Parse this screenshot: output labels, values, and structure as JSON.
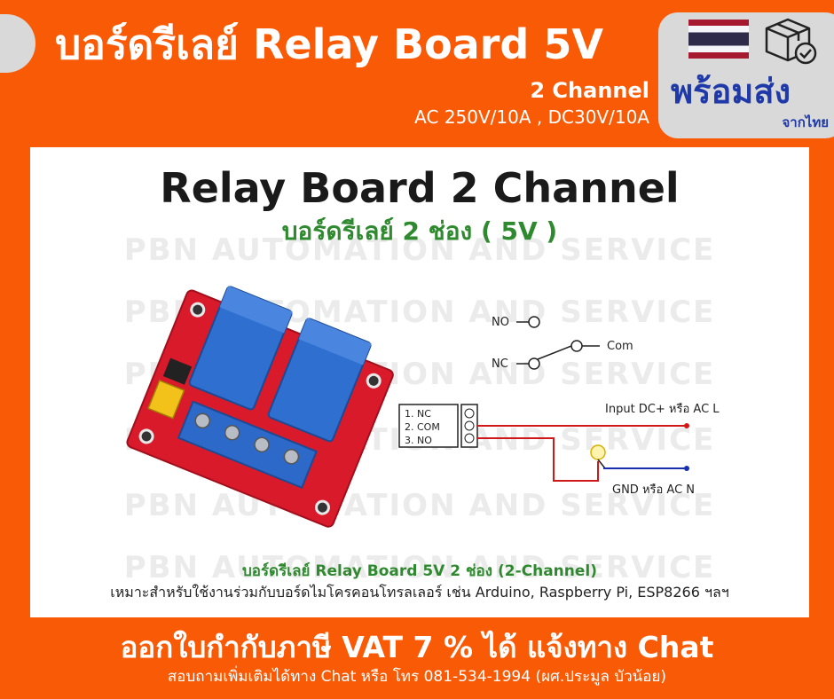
{
  "header": {
    "title": "บอร์ดรีเลย์ Relay Board 5V",
    "subtitle": "2 Channel",
    "spec": "AC 250V/10A , DC30V/10A"
  },
  "badge": {
    "ready_text": "พร้อมส่ง",
    "from_text": "จากไทย",
    "flag_colors": [
      "#a51931",
      "#f4f5f8",
      "#2d2a4a"
    ]
  },
  "panel": {
    "heading": "Relay Board 2 Channel",
    "subheading": "บอร์ดรีเลย์ 2 ช่อง ( 5V )",
    "watermark": "PBN AUTOMATION AND SERVICE",
    "diagram": {
      "no_label": "NO",
      "nc_label": "NC",
      "com_label": "Com",
      "terminal_1": "1. NC",
      "terminal_2": "2. COM",
      "terminal_3": "3. NO",
      "input_label": "Input DC+ หรือ AC L",
      "gnd_label": "GND หรือ AC N"
    },
    "caption_title": "บอร์ดรีเลย์ Relay Board 5V 2 ช่อง (2-Channel)",
    "caption_text": "เหมาะสำหรับใช้งานร่วมกับบอร์ดไมโครคอนโทรลเลอร์ เช่น Arduino, Raspberry Pi, ESP8266 ฯลฯ"
  },
  "footer": {
    "vat": "ออกใบกำกับภาษี VAT 7 % ได้ แจ้งทาง Chat",
    "contact": "สอบถามเพิ่มเติมได้ทาง Chat หรือ โทร 081-534-1994 (ผศ.ประมูล บัวน้อย)"
  },
  "colors": {
    "background": "#f95a06",
    "title_pill": "#d9d9d9",
    "ready_blue": "#1f3aa8",
    "caption_green": "#2f8a2f",
    "board_red": "#d81a2a",
    "relay_blue": "#2f6fd0",
    "wire_red": "#d01818",
    "wire_blue": "#1a2fb0"
  }
}
